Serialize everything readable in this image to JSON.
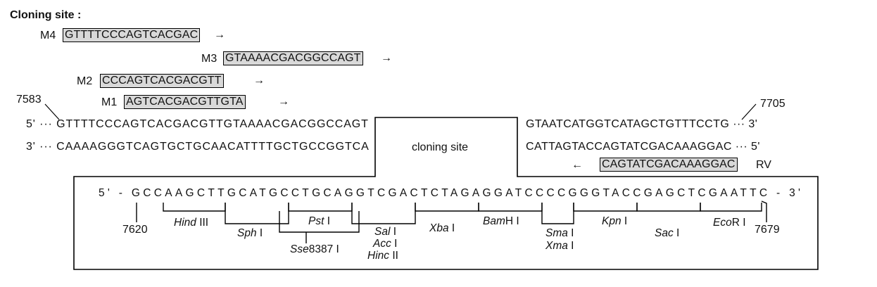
{
  "title": "Cloning site :",
  "primers": [
    {
      "name": "M4",
      "seq": "GTTTTCCCAGTCACGAC",
      "arrow": "→"
    },
    {
      "name": "M3",
      "seq": "GTAAAACGACGGCCAGT",
      "arrow": "→"
    },
    {
      "name": "M2",
      "seq": "CCCAGTCACGACGTT",
      "arrow": "→"
    },
    {
      "name": "M1",
      "seq": "AGTCACGACGTTGTA",
      "arrow": "→"
    },
    {
      "name": "RV",
      "seq": "CAGTATCGACAAAGGAC",
      "arrow": "←"
    }
  ],
  "positions": {
    "left_start": "7583",
    "right_end": "7705",
    "mcs_start": "7620",
    "mcs_end": "7679"
  },
  "strands": {
    "top_left": "5' ··· GTTTTCCCAGTCACGACGTTGTAAAACGACGGCCAGT",
    "bottom_left": "3' ··· CAAAAGGGTCAGTGCTGCAACATTTTGCTGCCGGTCA",
    "top_right": "GTAATCATGGTCATAGCTGTTTCCTG ··· 3'",
    "bottom_right": "CATTAGTACCAGTATCGACAAAGGAC ··· 5'"
  },
  "cloning_site_label": "cloning site",
  "mcs_sequence": "5' - GCCAAGCTTGCATGCCTGCAGGTCGACTCTAGAGGATCCCCGGGTACCGAGCTCGAATTC - 3'",
  "enzymes": [
    {
      "italic": "Hind",
      "suffix": " III"
    },
    {
      "italic": "Sph",
      "suffix": " I"
    },
    {
      "italic": "Pst",
      "suffix": " I"
    },
    {
      "italic": "Sse",
      "suffix": "8387 I"
    },
    {
      "italic": "Sal",
      "suffix": " I"
    },
    {
      "italic": "Acc",
      "suffix": " I"
    },
    {
      "italic": "Hinc",
      "suffix": " II"
    },
    {
      "italic": "Xba",
      "suffix": " I"
    },
    {
      "italic": "Bam",
      "suffix": "H I"
    },
    {
      "italic": "Sma",
      "suffix": " I"
    },
    {
      "italic": "Xma",
      "suffix": " I"
    },
    {
      "italic": "Kpn",
      "suffix": " I"
    },
    {
      "italic": "Sac",
      "suffix": " I"
    },
    {
      "italic": "Eco",
      "suffix": "R I"
    }
  ]
}
